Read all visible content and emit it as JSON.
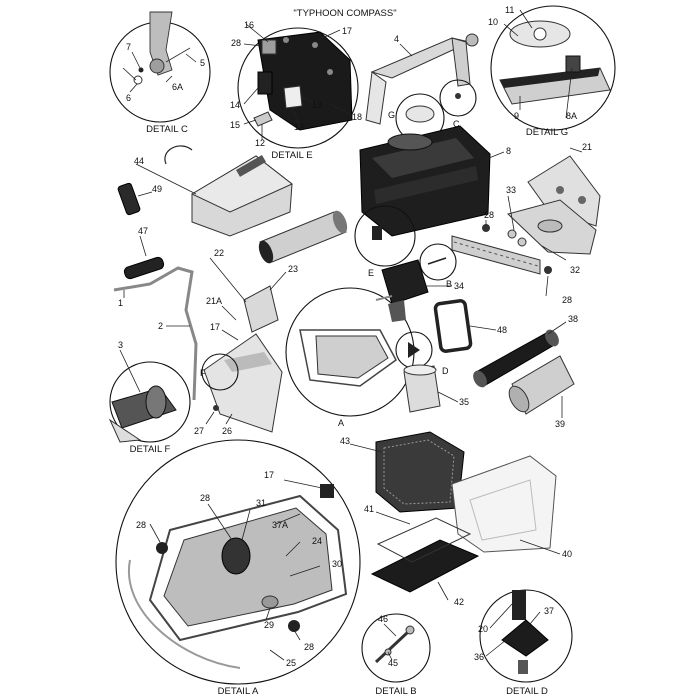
{
  "title": "\"TYPHOON COMPASS\"",
  "details": {
    "c": "DETAIL C",
    "e": "DETAIL E",
    "g": "DETAIL G",
    "f": "DETAIL F",
    "a": "DETAIL A",
    "b": "DETAIL B",
    "d": "DETAIL D"
  },
  "part_numbers": {
    "p1": "1",
    "p2": "2",
    "p3": "3",
    "p4": "4",
    "p5": "5",
    "p6": "6",
    "p6a": "6A",
    "p7": "7",
    "p8": "8",
    "p8a": "8A",
    "p9": "9",
    "p10": "10",
    "p11": "11",
    "p12": "12",
    "p13": "13",
    "p14": "14",
    "p15": "15",
    "p16": "16",
    "p17_top": "17",
    "p17_mid": "17",
    "p17_low": "17",
    "p18": "18",
    "p19": "19",
    "p20": "20",
    "p21": "21",
    "p21a": "21A",
    "p22": "22",
    "p23": "23",
    "p24": "24",
    "p25": "25",
    "p26": "26",
    "p27": "27",
    "p28_e": "28",
    "p28_r1": "28",
    "p28_r2": "28",
    "p28_a1": "28",
    "p28_a2": "28",
    "p28_a3": "28",
    "p29": "29",
    "p30": "30",
    "p31": "31",
    "p32": "32",
    "p33": "33",
    "p34": "34",
    "p35": "35",
    "p36": "36",
    "p37": "37",
    "p37a": "37A",
    "p38": "38",
    "p39": "39",
    "p40": "40",
    "p41": "41",
    "p42": "42",
    "p43": "43",
    "p44": "44",
    "p45": "45",
    "p46": "46",
    "p47": "47",
    "p48": "48",
    "p49": "49"
  },
  "callout_letters": {
    "a": "A",
    "b": "B",
    "c": "C",
    "d": "D",
    "e": "E",
    "f": "F",
    "g": "G"
  }
}
